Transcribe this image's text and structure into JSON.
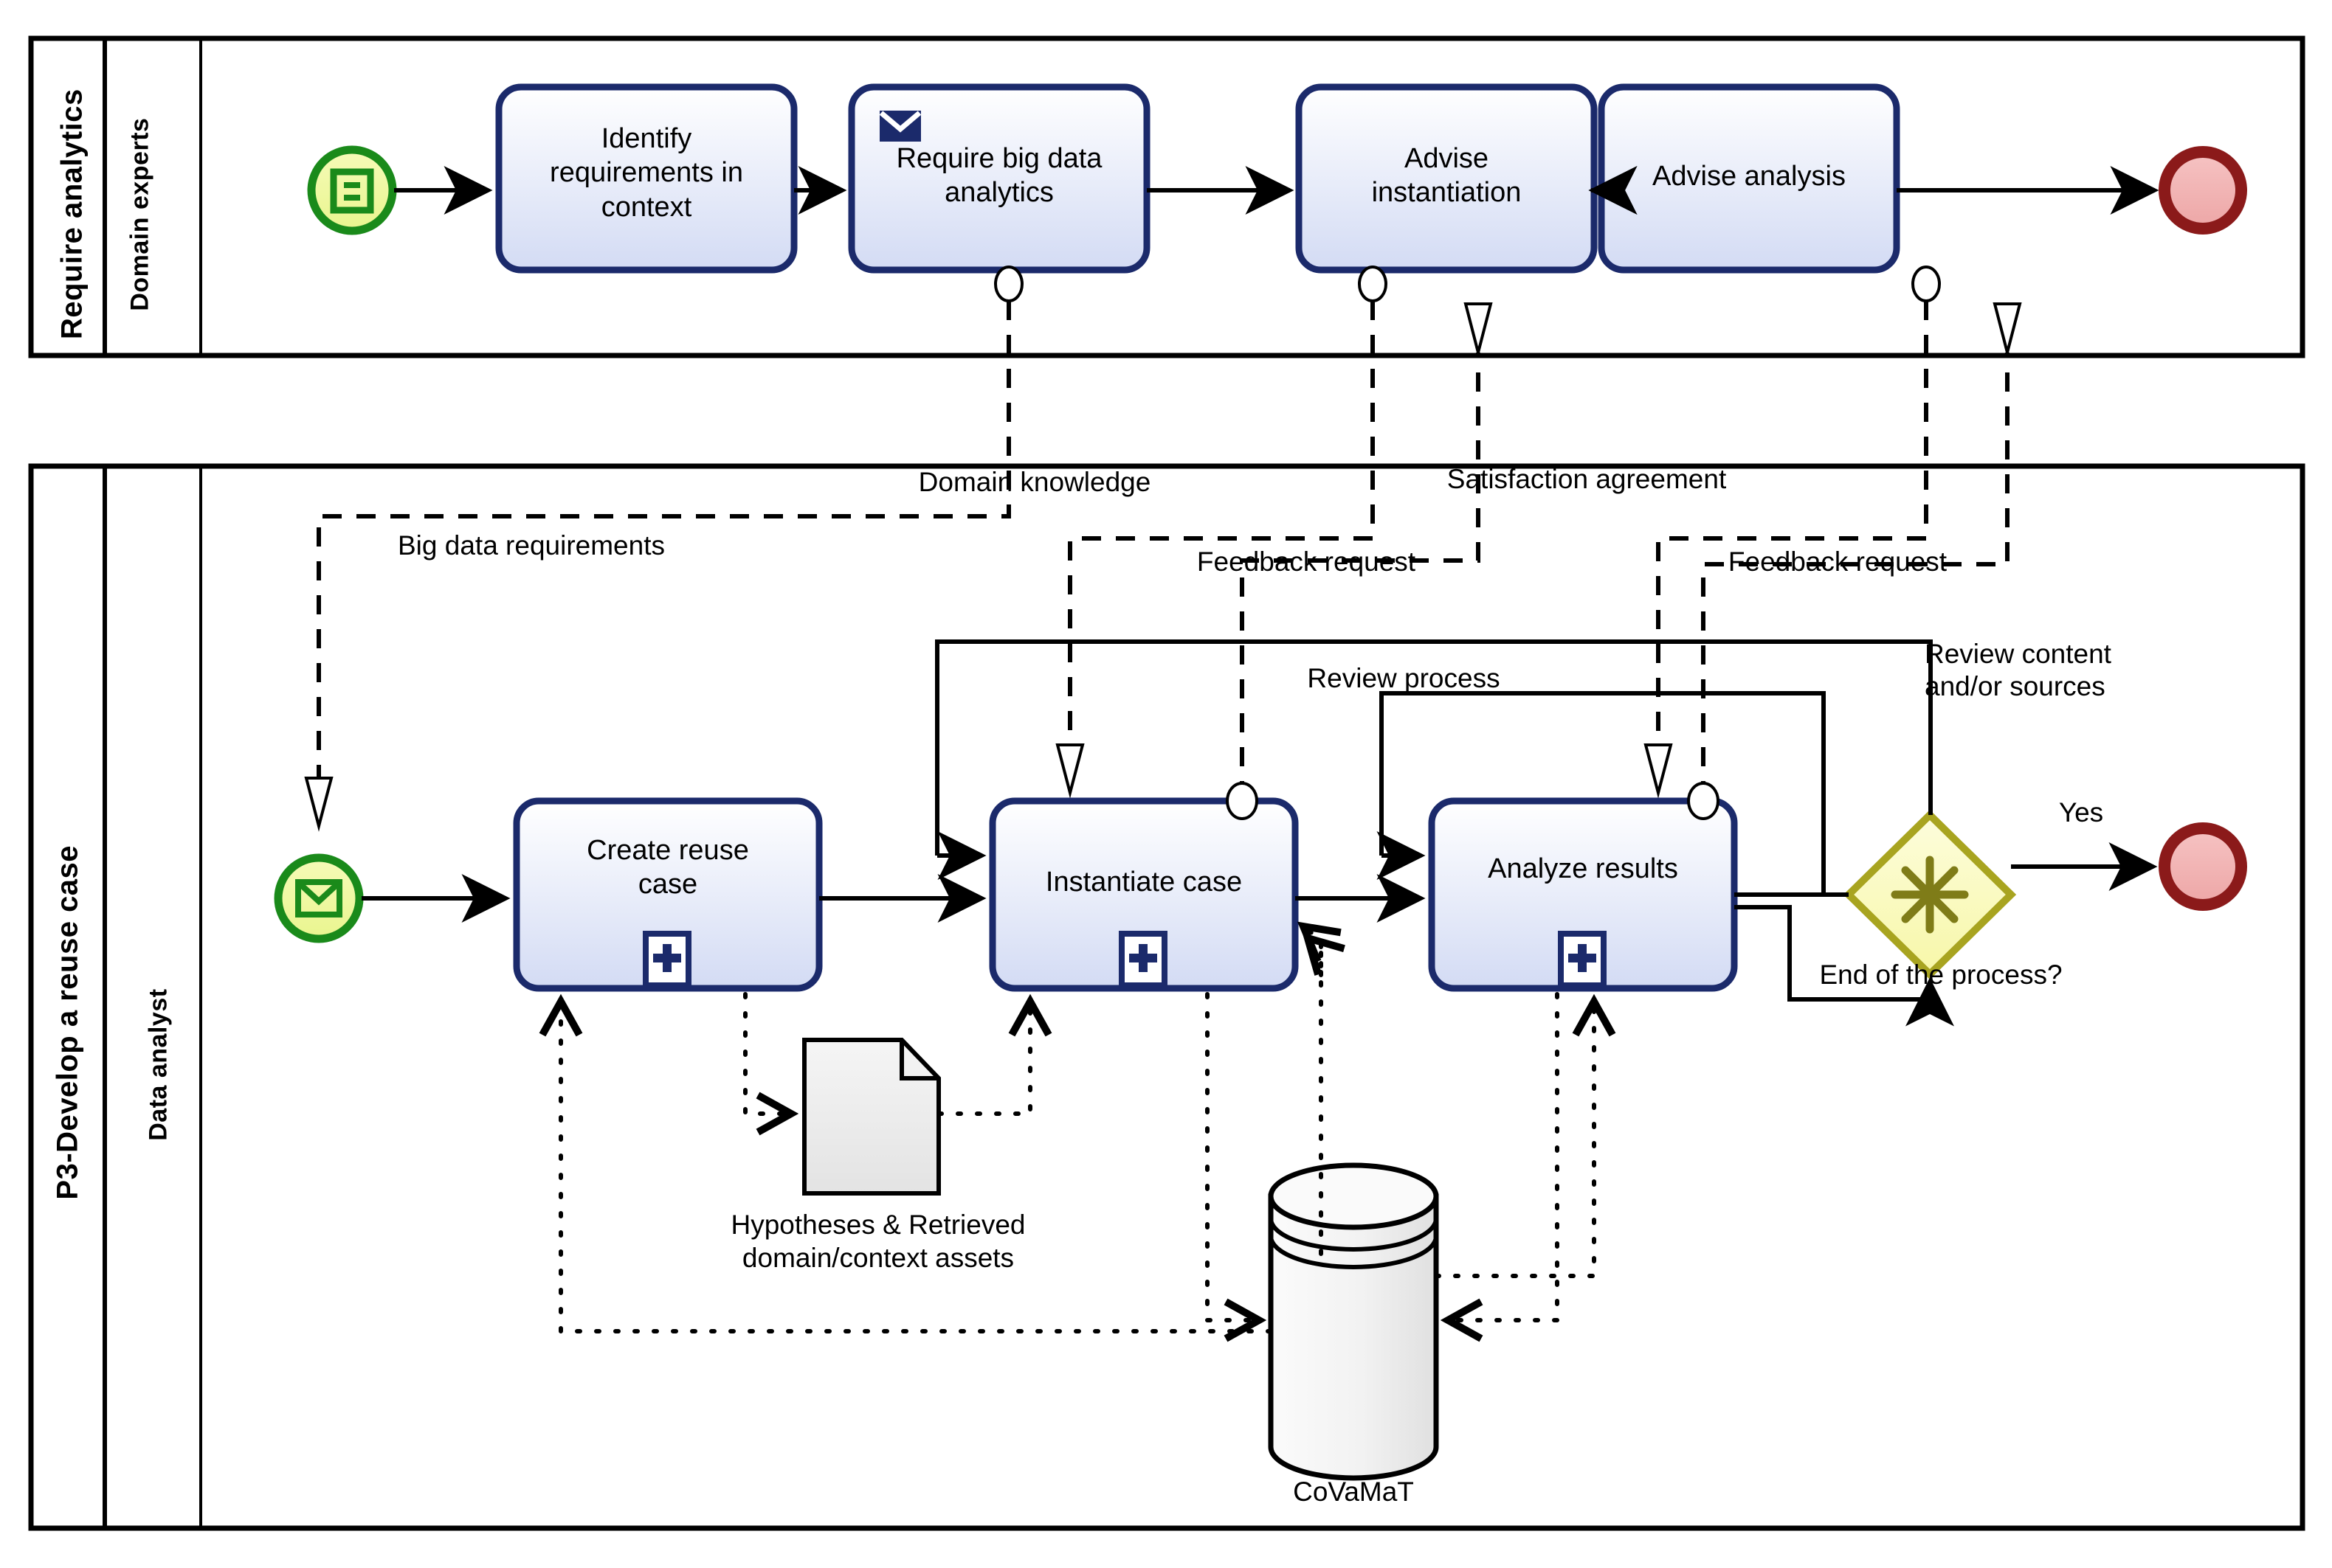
{
  "diagram": {
    "type": "bpmn-collaboration",
    "colors": {
      "task_border": "#1b2a6b",
      "task_fill_top": "#ffffff",
      "task_fill_bottom": "#d6ddf5",
      "start_event_ring": "#1a8a1a",
      "start_event_fill": "#f2f7a8",
      "end_event_ring": "#8b1a1a",
      "end_event_fill": "#f2b4b4",
      "gateway_border": "#a8a420",
      "gateway_fill": "#fbfbc8",
      "marker_blue": "#1b2a6b",
      "pool_border": "#000000",
      "artifact_fill": "#eeeeee"
    },
    "pools": [
      {
        "name": "Require analytics",
        "lanes": [
          {
            "name": "Domain experts"
          }
        ]
      },
      {
        "name": "P3-Develop a reuse case",
        "lanes": [
          {
            "name": "Data analyst"
          }
        ]
      }
    ],
    "top_lane": {
      "start_event": {
        "name": "start-event-conditional",
        "icon": "conditional-icon"
      },
      "tasks": [
        {
          "label": "Identify\nrequirements in\ncontext",
          "marker": null
        },
        {
          "label": "Require big data\nanalytics",
          "marker": "message-icon"
        },
        {
          "label": "Advise\ninstantiation",
          "marker": null
        },
        {
          "label": "Advise analysis",
          "marker": null
        }
      ],
      "end_event": {
        "name": "end-event"
      }
    },
    "bottom_lane": {
      "start_event": {
        "name": "start-event-message",
        "icon": "envelope-icon"
      },
      "tasks": [
        {
          "label": "Create reuse\ncase",
          "marker": "subprocess-plus-icon"
        },
        {
          "label": "Instantiate case",
          "marker": "subprocess-plus-icon"
        },
        {
          "label": "Analyze results",
          "marker": "subprocess-plus-icon"
        }
      ],
      "gateway": {
        "label": "End of the process?",
        "type": "complex",
        "icon": "asterisk-icon"
      },
      "gateway_out_label": "Yes",
      "end_event": {
        "name": "end-event"
      },
      "data_object": {
        "label": "Hypotheses & Retrieved\ndomain/context assets"
      },
      "data_store": {
        "label": "CoVaMaT"
      }
    },
    "message_flows": [
      {
        "label": "Big data requirements"
      },
      {
        "label": "Domain knowledge"
      },
      {
        "label": "Feedback request"
      },
      {
        "label": "Satisfaction agreement"
      },
      {
        "label": "Feedback request"
      }
    ],
    "sequence_flow_labels": [
      {
        "label": "Review process"
      },
      {
        "label": "Review content\nand/or sources"
      },
      {
        "label": "Yes"
      },
      {
        "label": "End of the process?"
      }
    ]
  }
}
